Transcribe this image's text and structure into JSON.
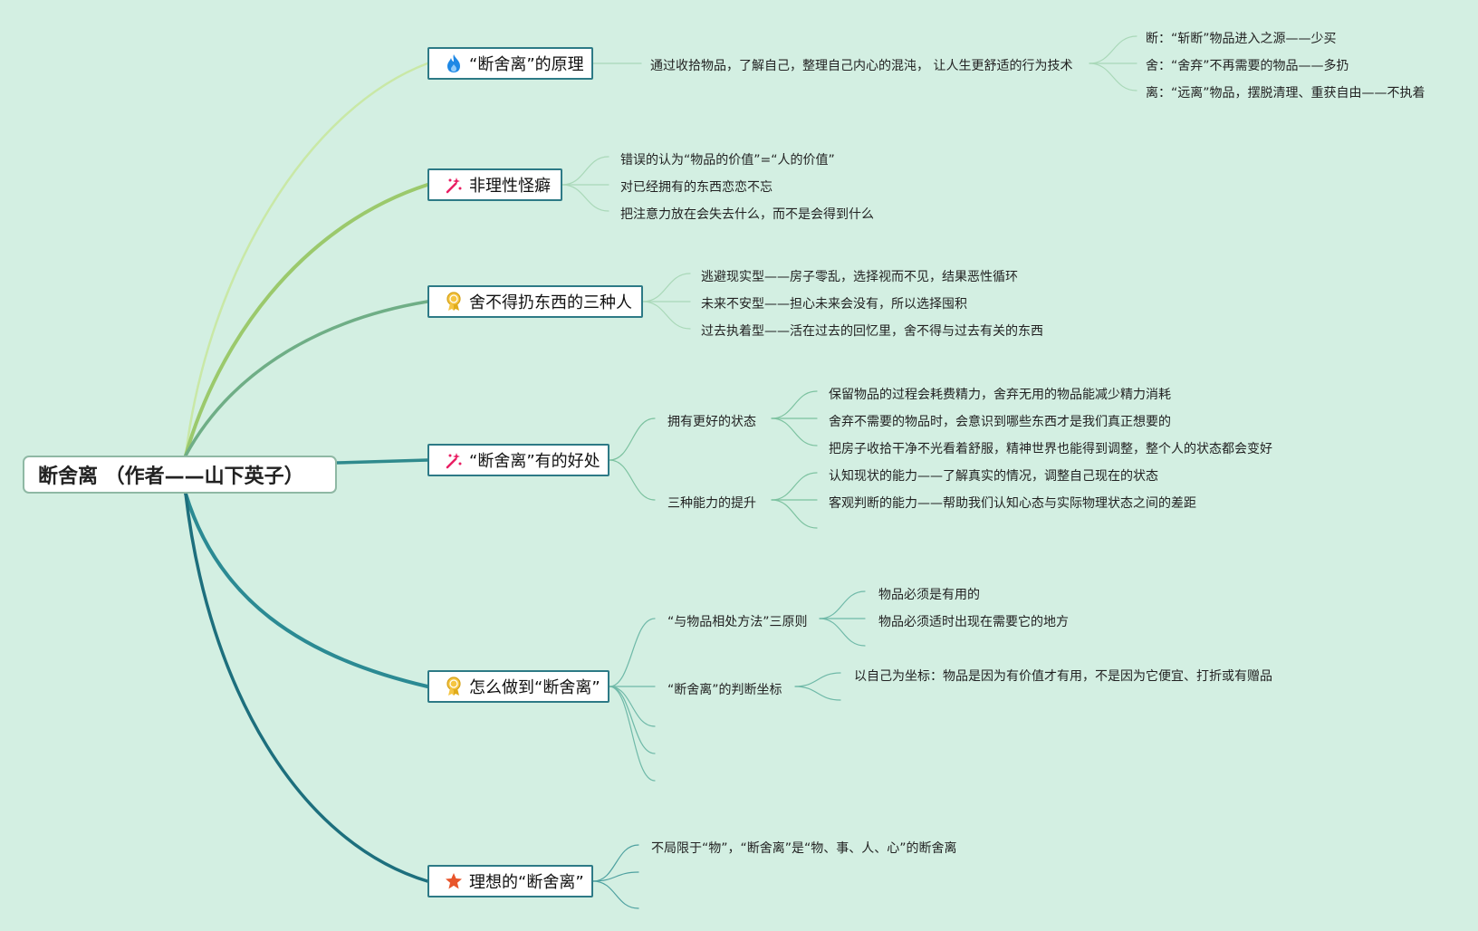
{
  "root": {
    "label": "断舍离 （作者——山下英子）"
  },
  "branches": [
    {
      "label": "“断舍离”的原理",
      "icon": "fire-icon",
      "summary": "通过收拾物品，了解自己，整理自己内心的混沌， 让人生更舒适的行为技术",
      "items": [
        "断：“斩断”物品进入之源——少买",
        "舍：“舍弃”不再需要的物品——多扔",
        "离：“远离”物品，摆脱清理、重获自由——不执着"
      ]
    },
    {
      "label": "非理性怪癖",
      "icon": "sparkle-icon",
      "items": [
        "错误的认为“物品的价值”=“人的价值”",
        "对已经拥有的东西恋恋不忘",
        "把注意力放在会失去什么，而不是会得到什么"
      ]
    },
    {
      "label": "舍不得扔东西的三种人",
      "icon": "award-icon",
      "items": [
        "逃避现实型——房子零乱，选择视而不见，结果恶性循环",
        "未来不安型——担心未来会没有，所以选择囤积",
        "过去执着型——活在过去的回忆里，舍不得与过去有关的东西"
      ]
    },
    {
      "label": "“断舍离”有的好处",
      "icon": "sparkle-icon",
      "groups": [
        {
          "label": "拥有更好的状态",
          "items": [
            "保留物品的过程会耗费精力，舍弃无用的物品能减少精力消耗",
            "舍弃不需要的物品时，会意识到哪些东西才是我们真正想要的",
            "把房子收拾干净不光看着舒服，精神世界也能得到调整，整个人的状态都会变好"
          ]
        },
        {
          "label": "三种能力的提升",
          "items": [
            "认知现状的能力——了解真实的情况，调整自己现在的状态",
            "客观判断的能力——帮助我们认知心态与实际物理状态之间的差距"
          ]
        }
      ]
    },
    {
      "label": "怎么做到“断舍离”",
      "icon": "award-icon",
      "groups": [
        {
          "label": "“与物品相处方法”三原则",
          "items": [
            "物品必须是有用的",
            "物品必须适时出现在需要它的地方"
          ]
        },
        {
          "label": "“断舍离”的判断坐标",
          "items": [
            "以自己为坐标：物品是因为有价值才有用，不是因为它便宜、打折或有赠品"
          ]
        }
      ]
    },
    {
      "label": "理想的“断舍离”",
      "icon": "star-icon",
      "items": [
        "不局限于“物”，“断舍离”是“物、事、人、心”的断舍离"
      ]
    }
  ],
  "colors": {
    "background": "#d3efe2",
    "branch_border": "#2d7a86",
    "root_border": "#8fb8a4"
  }
}
